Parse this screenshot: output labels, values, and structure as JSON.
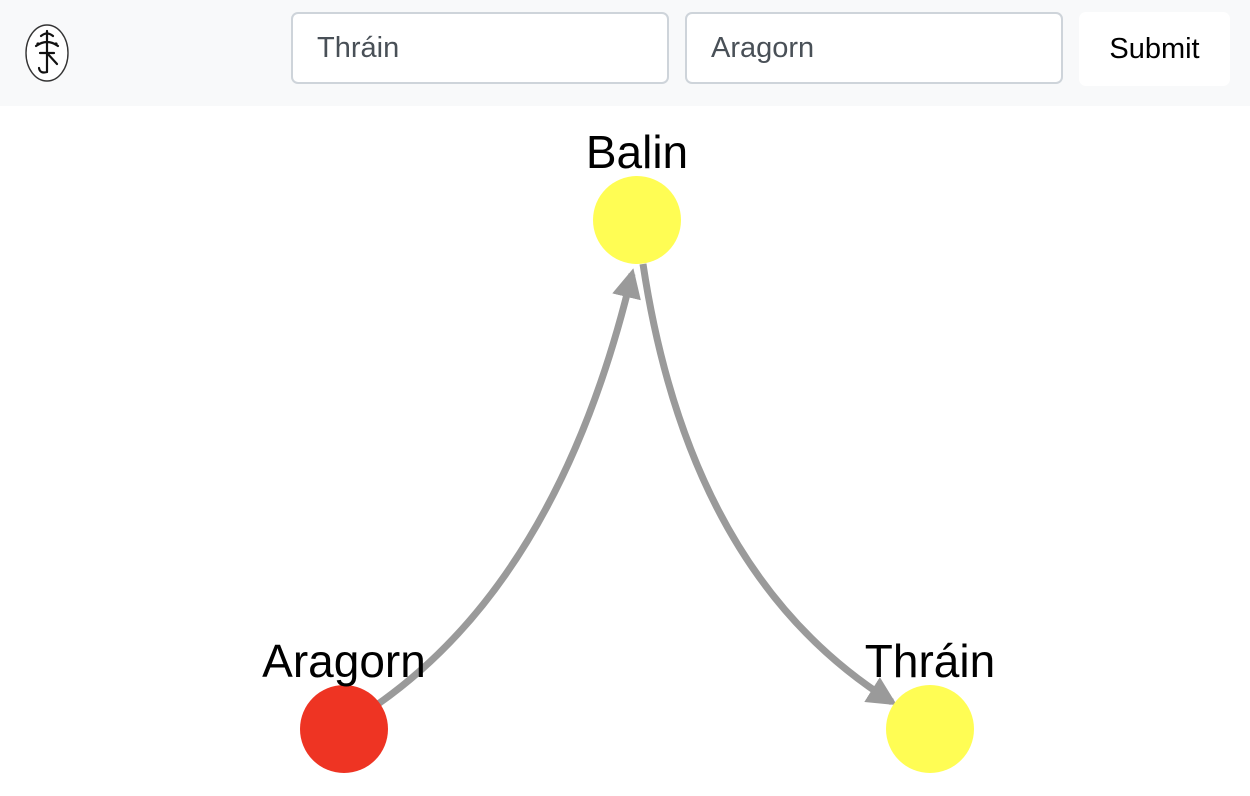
{
  "header": {
    "logo_icon": "tolkien-monogram-icon",
    "source_input": {
      "value": "Thráin",
      "placeholder": ""
    },
    "target_input": {
      "value": "Aragorn",
      "placeholder": ""
    },
    "submit_label": "Submit"
  },
  "graph": {
    "colors": {
      "edge": "#9a9a9a",
      "endpoint_node": "#ee3423",
      "path_node": "#fffd54"
    },
    "nodes": [
      {
        "id": "balin",
        "label": "Balin",
        "color": "#fffd54"
      },
      {
        "id": "aragorn",
        "label": "Aragorn",
        "color": "#ee3423"
      },
      {
        "id": "thrain",
        "label": "Thráin",
        "color": "#fffd54"
      }
    ],
    "edges": [
      {
        "from": "aragorn",
        "to": "balin"
      },
      {
        "from": "balin",
        "to": "thrain"
      }
    ]
  }
}
